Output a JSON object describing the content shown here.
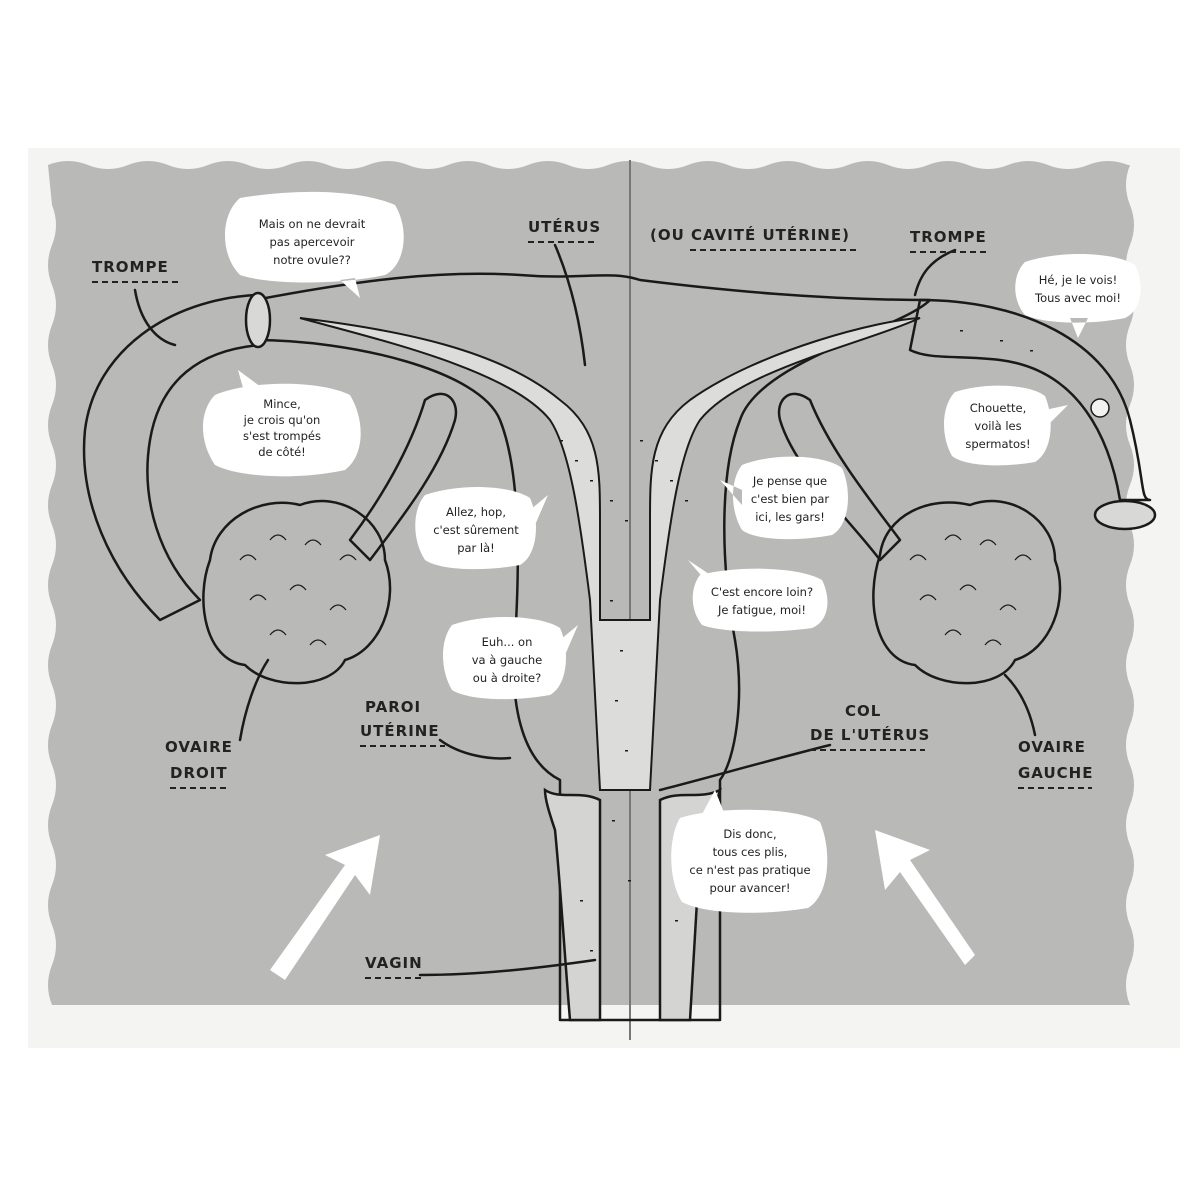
{
  "labels": {
    "trompe_left": "TROMPE",
    "uterus": "UTÉRUS",
    "cavite": "(OU CAVITÉ UTÉRINE)",
    "trompe_right": "TROMPE",
    "paroi_line1": "PAROI",
    "paroi_line2": "UTÉRINE",
    "col_line1": "COL",
    "col_line2": "DE L'UTÉRUS",
    "ovaire_droit_line1": "OVAIRE",
    "ovaire_droit_line2": "DROIT",
    "ovaire_gauche_line1": "OVAIRE",
    "ovaire_gauche_line2": "GAUCHE",
    "vagin": "VAGIN"
  },
  "bubbles": {
    "b1": [
      "Mais on ne devrait",
      "pas apercevoir",
      "notre ovule??"
    ],
    "b2": [
      "Mince,",
      "je crois qu'on",
      "s'est trompés",
      "de côté!"
    ],
    "b3": [
      "Hé, je le vois!",
      "Tous avec moi!"
    ],
    "b4": [
      "Chouette,",
      "voilà les",
      "spermatos!"
    ],
    "b5": [
      "Je pense que",
      "c'est bien par",
      "ici, les gars!"
    ],
    "b6": [
      "Allez, hop,",
      "c'est sûrement",
      "par là!"
    ],
    "b7": [
      "C'est encore loin?",
      "Je fatigue, moi!"
    ],
    "b8": [
      "Euh... on",
      "va à gauche",
      "ou à droite?"
    ],
    "b9": [
      "Dis donc,",
      "tous ces plis,",
      "ce n'est pas pratique",
      "pour avancer!"
    ]
  }
}
